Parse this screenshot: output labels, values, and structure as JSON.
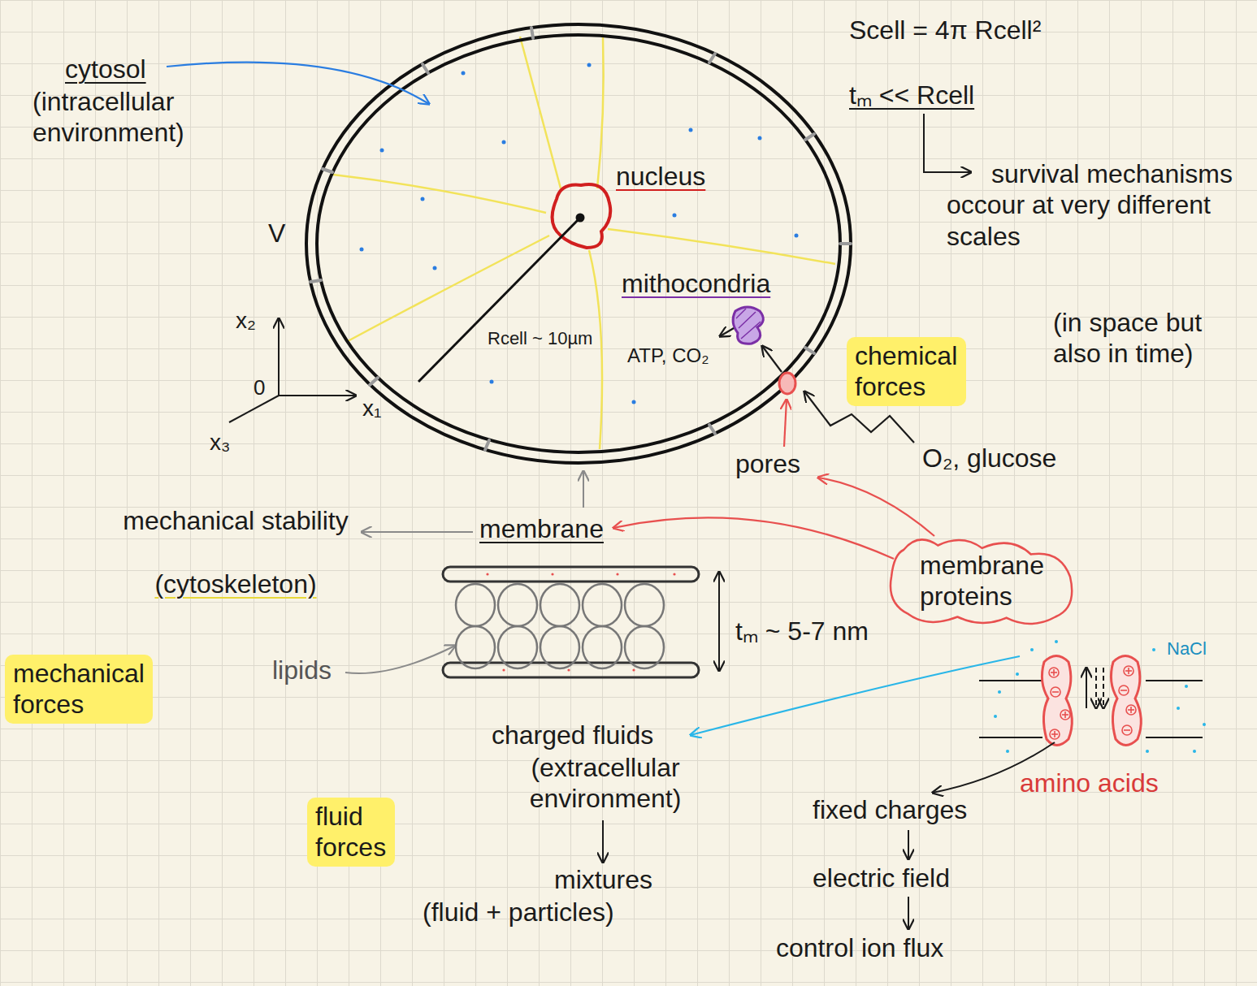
{
  "diagram": {
    "nodes": [
      {
        "text": [
          "chemical forces"
        ]
      },
      {
        "text": [
          "membrane proteins"
        ]
      },
      {
        "text": [
          "mechanical forces"
        ]
      },
      {
        "text": [
          "fluid forces"
        ]
      }
    ],
    "labels": [
      "cytosol",
      "(intracellular environment)",
      "Scell = 4π Rcell²",
      "tₘ << Rcell",
      "survival mechanisms occour at very different scales",
      "(in space but also in time)",
      "nucleus",
      "V",
      "mithocondria",
      "Rcell ~ 10µm",
      "ATP, CO₂",
      "x₂",
      "0",
      "x₁",
      "x₃",
      "pores",
      "O₂, glucose",
      "mechanical stability",
      "(cytoskeleton)",
      "membrane",
      "lipids",
      "tₘ ~ 5-7 nm",
      "NaCl",
      "charged fluids",
      "(extracellular environment)",
      "mixtures",
      "(fluid + particles)",
      "amino acids",
      "fixed charges",
      "electric field",
      "control ion flux"
    ]
  }
}
